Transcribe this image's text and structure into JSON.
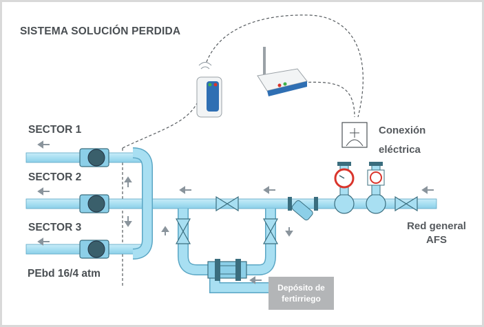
{
  "title": "SISTEMA SOLUCIÓN PERDIDA",
  "sectors": [
    "SECTOR 1",
    "SECTOR 2",
    "SECTOR 3"
  ],
  "pipe_spec": "PEbd 16/4 atm",
  "connection": {
    "line1": "Conexión",
    "line2": "eléctrica"
  },
  "source": {
    "line1": "Red general",
    "line2": "AFS"
  },
  "deposit": {
    "line1": "Depósito de",
    "line2": "fertirriego"
  },
  "colors": {
    "pipe": "#a8dff2",
    "pipe_outline": "#5aa6c4",
    "arrow": "#8a949c",
    "valve_body": "#3a6d7e",
    "text": "#4a4f53",
    "gauge_red": "#d9342b",
    "deposit_box": "#b3b5b7",
    "frame": "#d9d9d9"
  },
  "icons": [
    "wireless-sensor-icon",
    "wifi-router-icon",
    "electrical-connection-icon",
    "pressure-gauge-icon",
    "flow-meter-icon",
    "solenoid-valve-icon",
    "gate-valve-icon",
    "filter-icon",
    "flow-arrow-icon"
  ]
}
